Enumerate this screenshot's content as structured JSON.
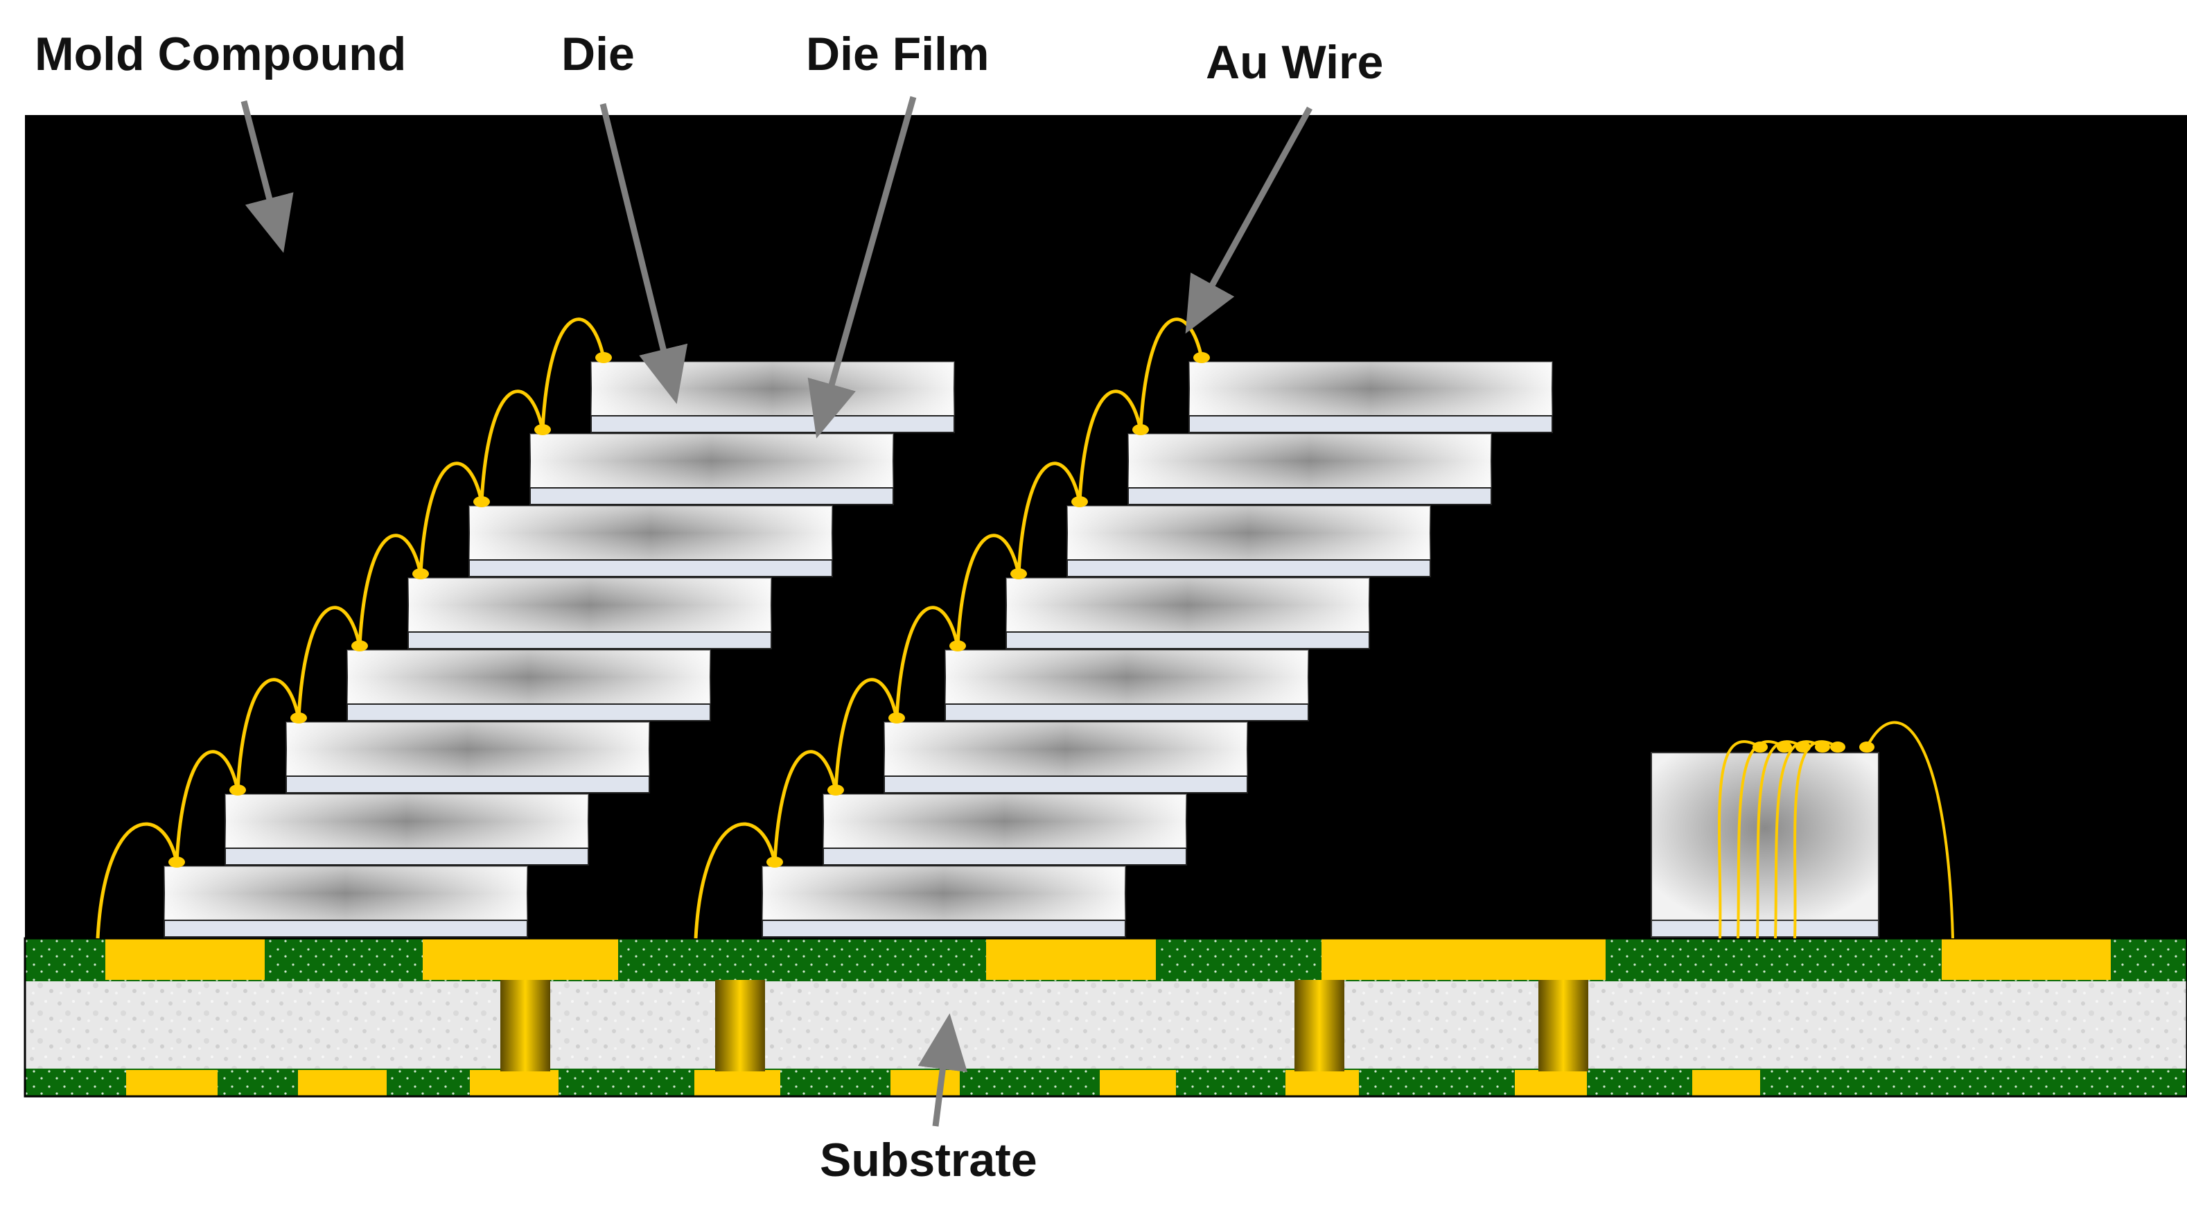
{
  "labels": {
    "mold_compound": "Mold Compound",
    "die": "Die",
    "die_film": "Die Film",
    "au_wire": "Au Wire",
    "substrate": "Substrate"
  },
  "colors": {
    "mold": "#000000",
    "gold": "#ffcc00",
    "solder_mask": "#0a6b0a",
    "core": "#e6e6e6",
    "die_light": "#f4f4f4",
    "die_dark": "#8a8a8a",
    "die_film": "#dfe4ee",
    "arrow": "#7f7f7f"
  },
  "die_stacks": [
    {
      "name": "left-stack",
      "die_count": 8
    },
    {
      "name": "middle-stack",
      "die_count": 8
    }
  ],
  "controller_die": {
    "wire_count": 6
  }
}
